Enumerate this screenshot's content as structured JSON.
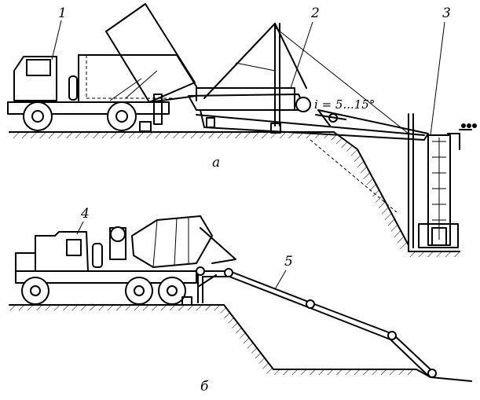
{
  "labels": {
    "callout_1": "1",
    "callout_2": "2",
    "callout_3": "3",
    "callout_4": "4",
    "callout_5": "5",
    "slope": "i = 5...15°",
    "part_a": "а",
    "part_b": "б"
  }
}
